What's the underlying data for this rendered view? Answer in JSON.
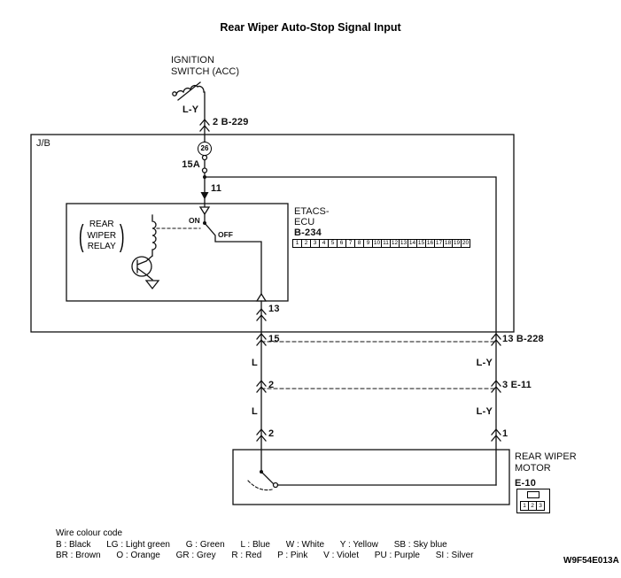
{
  "title": "Rear Wiper Auto-Stop Signal Input",
  "colors": {
    "ink": "#000000",
    "background": "#ffffff"
  },
  "ignition": {
    "line1": "IGNITION",
    "line2": "SWITCH (ACC)"
  },
  "jb": {
    "label": "J/B",
    "fuse_number": "26",
    "fuse_rating": "15A"
  },
  "pins": {
    "b229": "2 B-229",
    "ecu_in": "11",
    "ecu_out": "13",
    "jb_out_left": "15",
    "jb_out_right": "13 B-228",
    "e11_left": "2",
    "e11_right": "3 E-11",
    "motor_left": "2",
    "motor_right": "1"
  },
  "wires": {
    "battery": "L-Y",
    "left_upper": "L",
    "left_lower": "L",
    "right_upper": "L-Y",
    "right_lower": "L-Y"
  },
  "relay": {
    "paren_open": "(",
    "lines": [
      "REAR",
      "WIPER",
      "RELAY"
    ],
    "paren_close": ")",
    "on": "ON",
    "off": "OFF"
  },
  "etacs": {
    "name_line1": "ETACS-",
    "name_line2": "ECU",
    "connector": "B-234",
    "pins": [
      "1",
      "2",
      "3",
      "4",
      "5",
      "6",
      "7",
      "8",
      "9",
      "10",
      "11",
      "12",
      "13",
      "14",
      "15",
      "16",
      "17",
      "18",
      "19",
      "20"
    ]
  },
  "motor": {
    "name_line1": "REAR WIPER",
    "name_line2": "MOTOR",
    "connector": "E-10",
    "pins": [
      "1",
      "2",
      "3"
    ]
  },
  "legend": {
    "title": "Wire colour code",
    "row1": [
      "B : Black",
      "LG : Light green",
      "G : Green",
      "L : Blue",
      "W : White",
      "Y : Yellow",
      "SB : Sky blue"
    ],
    "row2": [
      "BR : Brown",
      "O : Orange",
      "GR : Grey",
      "R : Red",
      "P : Pink",
      "V : Violet",
      "PU : Purple",
      "SI : Silver"
    ]
  },
  "figure_code": "W9F54E013A"
}
